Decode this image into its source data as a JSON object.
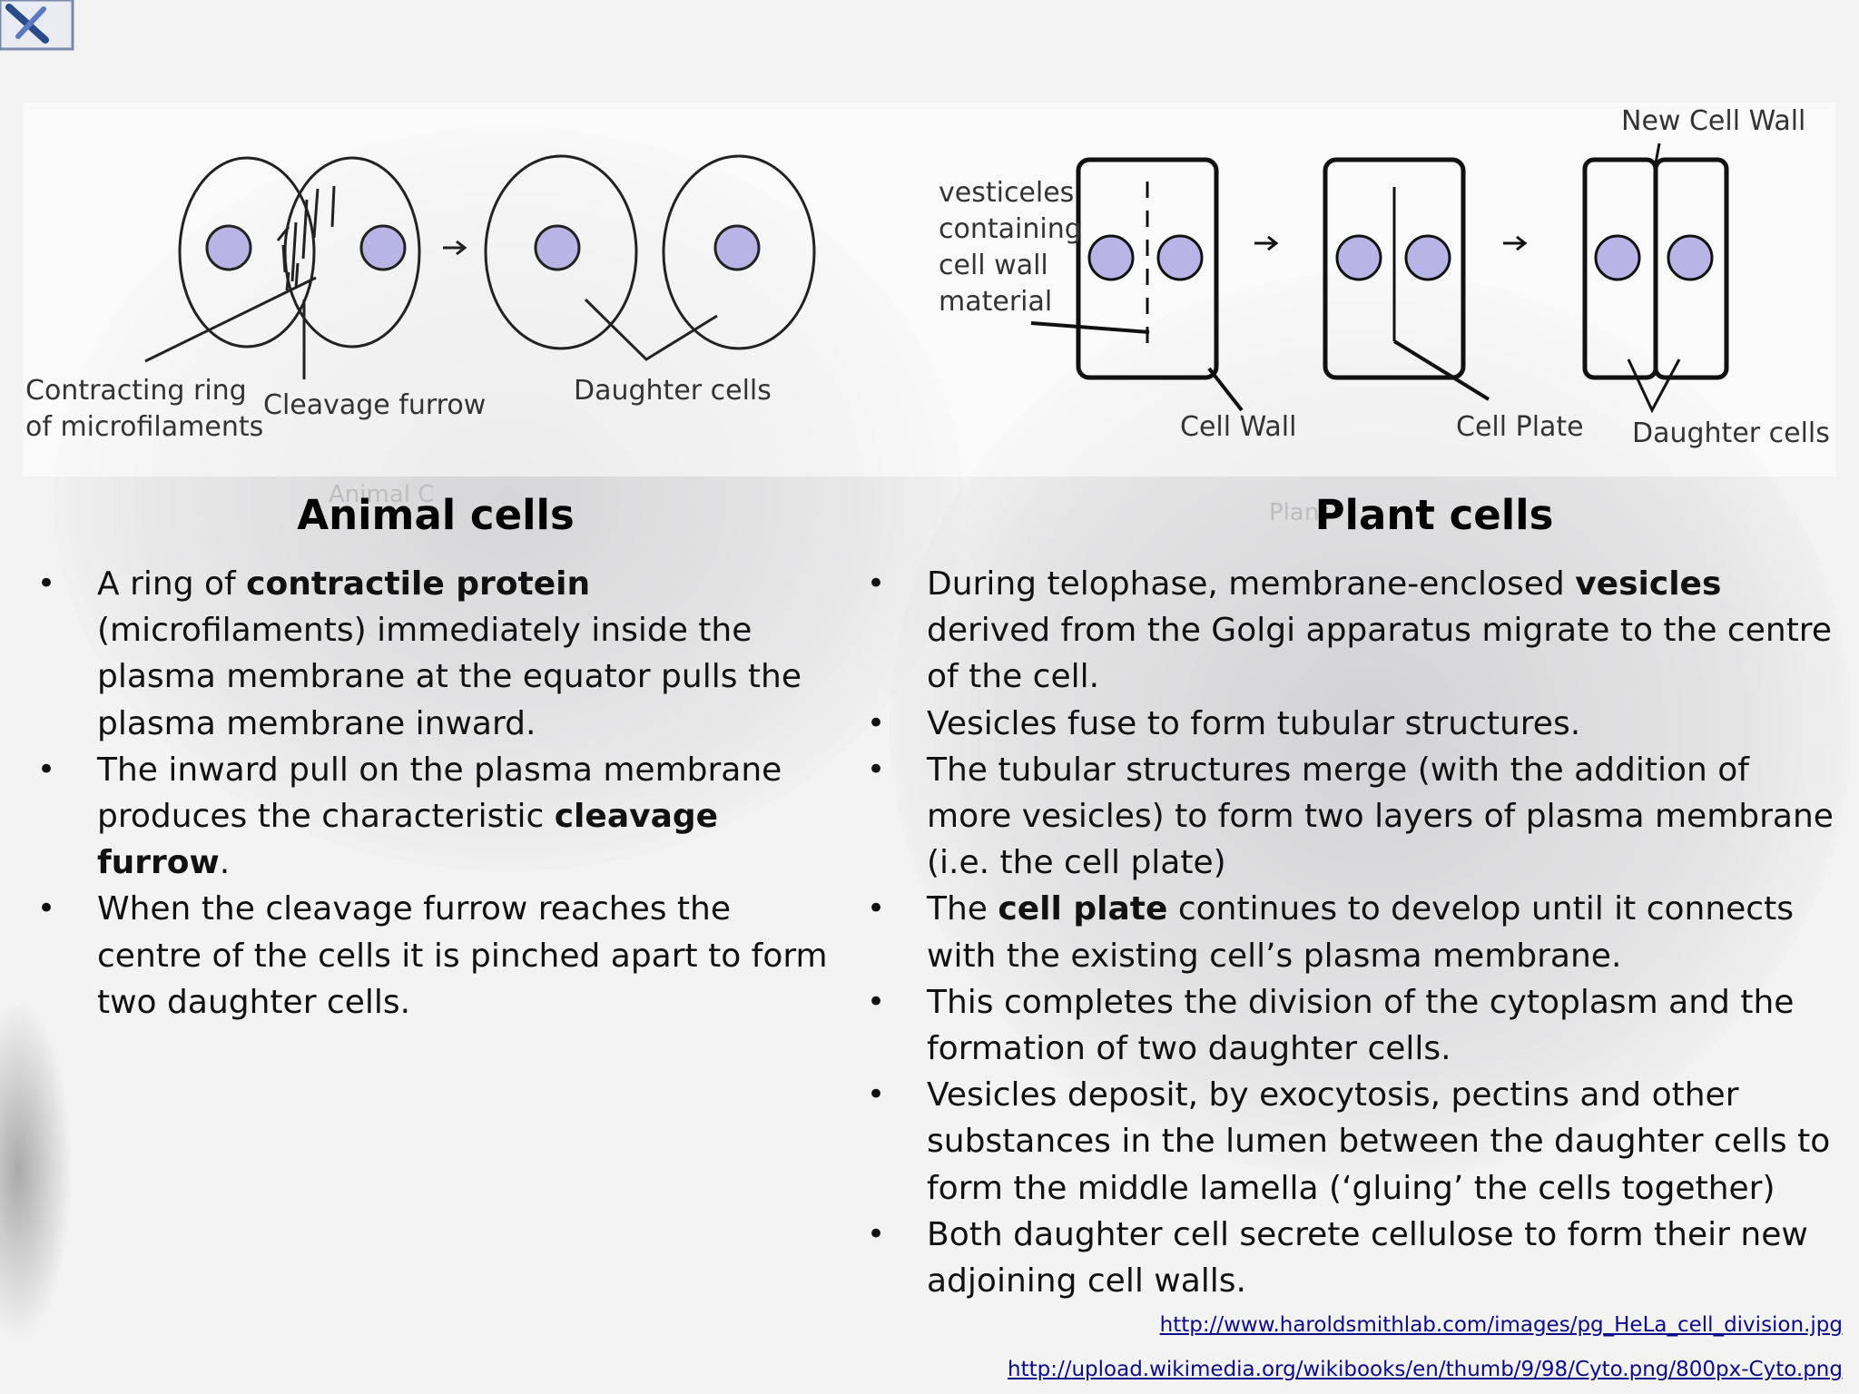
{
  "diagram_animal": {
    "label_ring": [
      "Contracting ring",
      "of microfilaments"
    ],
    "label_furrow": "Cleavage furrow",
    "label_daughter": "Daughter cells",
    "arrow": "→"
  },
  "diagram_plant": {
    "label_vesicles": [
      "vesticeles",
      "containing",
      "cell wall",
      "material"
    ],
    "label_new_wall": "New Cell Wall",
    "label_cell_wall": "Cell Wall",
    "label_cell_plate": "Cell Plate",
    "label_daughter": "Daughter cells",
    "arrow": "→"
  },
  "ghost_labels": {
    "animal": "Animal C",
    "plant": "Plant"
  },
  "animal": {
    "title": "Animal cells",
    "bullets": [
      [
        {
          "t": "A ring of "
        },
        {
          "t": "contractile protein",
          "b": true
        },
        {
          "t": " (microfilaments) immediately inside the plasma membrane at the equator pulls the plasma membrane inward."
        }
      ],
      [
        {
          "t": "The inward pull on the plasma membrane produces the characteristic "
        },
        {
          "t": "cleavage furrow",
          "b": true
        },
        {
          "t": "."
        }
      ],
      [
        {
          "t": "When the cleavage furrow reaches the centre of the cells it is pinched apart to form two daughter cells."
        }
      ]
    ]
  },
  "plant": {
    "title": "Plant cells",
    "bullets": [
      [
        {
          "t": "During telophase, membrane-enclosed "
        },
        {
          "t": "vesicles",
          "b": true
        },
        {
          "t": " derived from the Golgi apparatus migrate to the centre of the cell."
        }
      ],
      [
        {
          "t": "Vesicles fuse to form tubular structures."
        }
      ],
      [
        {
          "t": "The tubular structures merge (with the addition of more vesicles) to form two layers of plasma membrane (i.e. the cell plate)"
        }
      ],
      [
        {
          "t": "The "
        },
        {
          "t": "cell plate",
          "b": true
        },
        {
          "t": " continues to develop until it connects with the existing cell’s plasma membrane."
        }
      ],
      [
        {
          "t": "This completes the division of the cytoplasm and the formation of two daughter cells."
        }
      ],
      [
        {
          "t": "Vesicles deposit, by exocytosis, pectins and other substances in the lumen between the daughter cells to form the middle lamella (‘gluing’ the cells together)"
        }
      ],
      [
        {
          "t": "Both daughter cell secrete cellulose to form their new adjoining cell walls."
        }
      ]
    ]
  },
  "bullet_glyph": "•",
  "sources": [
    "http://www.haroldsmithlab.com/images/pg_HeLa_cell_division.jpg",
    "http://upload.wikimedia.org/wikibooks/en/thumb/9/98/Cyto.png/800px-Cyto.png"
  ],
  "colors": {
    "nucleus_fill": "#b8b4e6",
    "link": "#0b0b8b"
  }
}
